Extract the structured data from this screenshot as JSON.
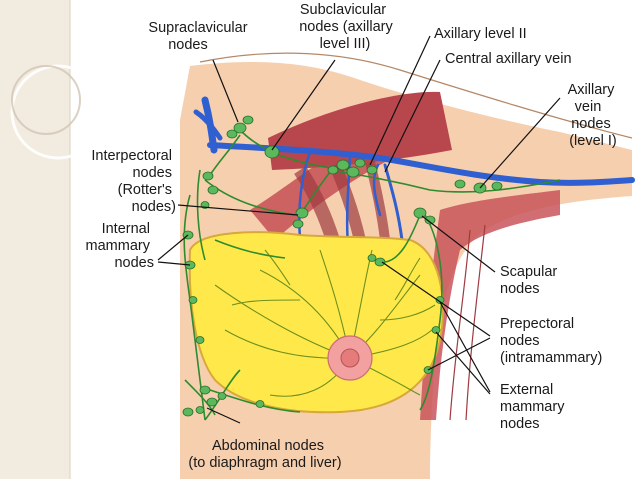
{
  "labels": {
    "supraclavicular": [
      "Supraclavicular",
      "nodes"
    ],
    "subclavicular": [
      "Subclavicular",
      "nodes (axillary",
      "level III)"
    ],
    "axillary_level_2": [
      "Axillary level II"
    ],
    "central_axillary_vein": [
      "Central axillary vein"
    ],
    "axillary_vein_nodes": [
      "Axillary",
      "vein",
      "nodes",
      "(level I)"
    ],
    "interpectoral": [
      "Interpectoral",
      "nodes",
      "(Rotter's",
      "nodes)"
    ],
    "internal_mammary": [
      "Internal",
      "mammary",
      "nodes"
    ],
    "scapular": [
      "Scapular",
      "nodes"
    ],
    "prepectoral": [
      "Prepectoral",
      "nodes",
      "(intramammary)"
    ],
    "external_mammary": [
      "External",
      "mammary",
      "nodes"
    ],
    "abdominal": [
      "Abdominal nodes",
      "(to diaphragm and liver)"
    ]
  },
  "colors": {
    "skin": "#f6cfae",
    "muscle": "#c9555a",
    "gland": "#ffe94a",
    "lymph": "#2e8b2e",
    "vein": "#2f5fd0",
    "areola": "#f3a0a0"
  }
}
